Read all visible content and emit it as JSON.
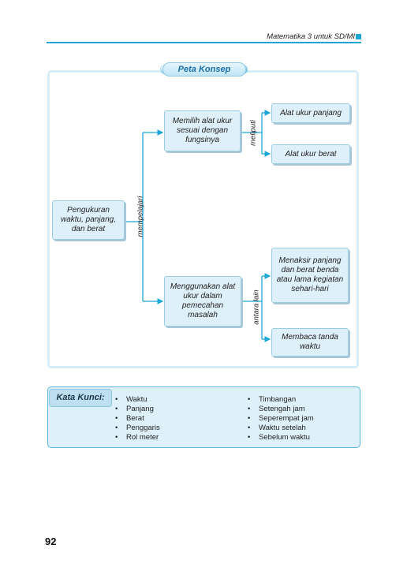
{
  "header": {
    "running_title": "Matematika 3 untuk SD/MI"
  },
  "concept_map": {
    "title": "Peta Konsep",
    "root": "Pengukuran waktu, panjang, dan berat",
    "root_link": "mempelajari",
    "branch_top": "Memilih alat ukur sesuai dengan fungsinya",
    "branch_top_link": "meliputi",
    "leaf_top_1": "Alat ukur panjang",
    "leaf_top_2": "Alat ukur berat",
    "branch_bottom": "Menggunakan alat ukur dalam pemecahan masalah",
    "branch_bottom_link": "antara lain",
    "leaf_bottom_1": "Menaksir panjang dan berat benda atau lama kegiatan sehari-hari",
    "leaf_bottom_2": "Membaca tanda waktu"
  },
  "keywords": {
    "label": "Kata Kunci:",
    "col1": [
      "Waktu",
      "Panjang",
      "Berat",
      "Penggaris",
      "Rol meter"
    ],
    "col2": [
      "Timbangan",
      "Setengah jam",
      "Seperempat jam",
      "Waktu setelah",
      "Sebelum waktu"
    ]
  },
  "page_number": "92",
  "colors": {
    "accent": "#1aa7d6",
    "box_fill": "#def0f9",
    "connector": "#1aa7d6"
  }
}
